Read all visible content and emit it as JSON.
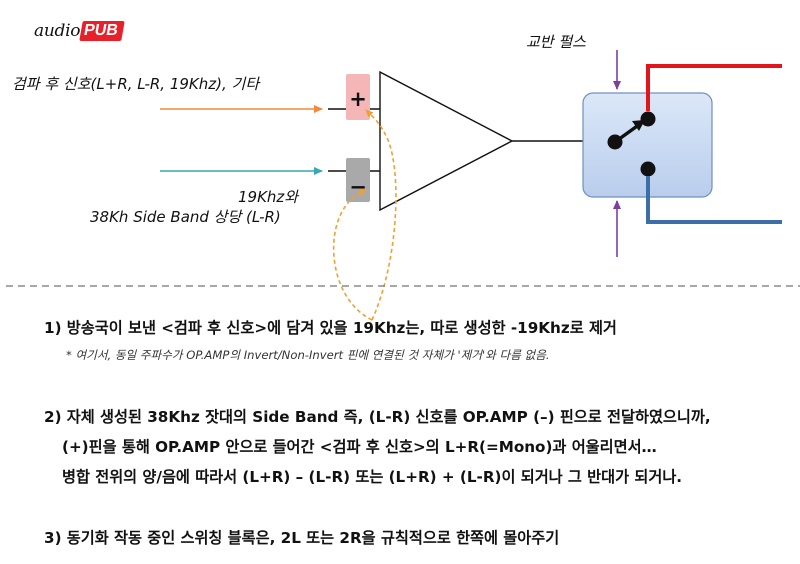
{
  "logo": {
    "part1": "audio",
    "part2": "PUB"
  },
  "diagram": {
    "switching_pulse_label": "교반 펄스",
    "input_signal_label": "검파 후 신호(L+R, L-R, 19Khz), 기타",
    "subcarrier_label_line1": "19Khz와",
    "subcarrier_label_line2": "38Kh Side Band 상당 (L-R)",
    "plus_symbol": "+",
    "minus_symbol": "−",
    "colors": {
      "input_arrow": "#f08a3c",
      "subcarrier_arrow": "#3aa6b9",
      "pulse_arrow": "#7b3fa0",
      "output_top": "#e3151b",
      "output_bottom": "#3c6ea8",
      "plus_pin": "#f4b6b6",
      "minus_pin": "#a9a9a9",
      "switch_box": "#c9d9f1"
    }
  },
  "notes": {
    "item1": "1) 방송국이 보낸 <검파 후 신호>에 담겨 있을 19Khz는, 따로 생성한 -19Khz로 제거",
    "item1_footnote": "* 여기서, 동일 주파수가 OP.AMP의 Invert/Non-Invert 핀에 연결된 것 자체가 '제거'와 다름 없음.",
    "item2_line1": "2) 자체 생성된 38Khz 잣대의 Side Band 즉, (L-R) 신호를 OP.AMP (–) 핀으로 전달하였으니까,",
    "item2_line2": "(+)핀을 통해 OP.AMP 안으로 들어간 <검파 후 신호>의 L+R(=Mono)과 어울리면서…",
    "item2_line3": "병합 전위의 양/음에 따라서 (L+R) – (L-R) 또는 (L+R) + (L-R)이 되거나 그 반대가 되거나.",
    "item3": "3) 동기화 작동 중인 스위칭 블록은, 2L 또는 2R을 규칙적으로 한쪽에 몰아주기"
  }
}
